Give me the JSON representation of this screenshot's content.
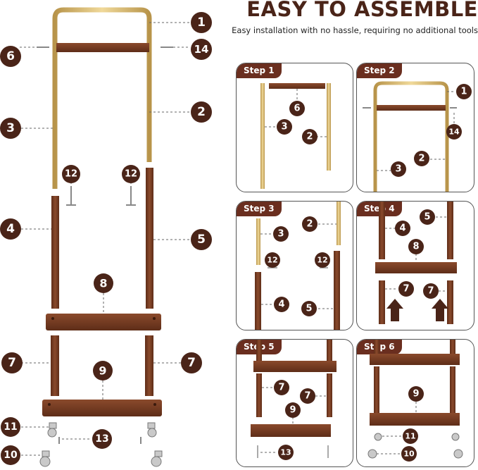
{
  "header": {
    "title": "EASY TO ASSEMBLE",
    "subtitle": "Easy installation with no hassle, requiring no additional tools"
  },
  "steps": [
    {
      "label": "Step 1"
    },
    {
      "label": "Step 2"
    },
    {
      "label": "Step 3"
    },
    {
      "label": "Step 4"
    },
    {
      "label": "Step 5"
    },
    {
      "label": "Step 6"
    }
  ],
  "parts": {
    "p1": "1",
    "p2": "2",
    "p3": "3",
    "p4": "4",
    "p5": "5",
    "p6": "6",
    "p7": "7",
    "p8": "8",
    "p9": "9",
    "p10": "10",
    "p11": "11",
    "p12": "12",
    "p13": "13",
    "p14": "14"
  },
  "colors": {
    "badge": "#4a2418",
    "wood": "#7b3f24",
    "wood_dark": "#5e2d18",
    "gold": "#d8b66a",
    "gold_dark": "#b8944a",
    "step_tab": "#6a2e1f"
  }
}
